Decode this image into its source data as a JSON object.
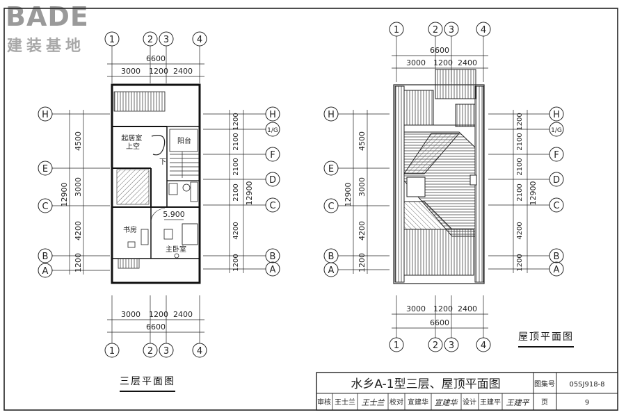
{
  "logo": {
    "brand": "BADE",
    "subtitle": "建装基地"
  },
  "left_plan": {
    "title": "三层平面图",
    "rooms": {
      "living_void": "起居室\n上空",
      "balcony": "阳台",
      "study": "书房",
      "master_bedroom": "主卧室",
      "stair_down": "下",
      "level": "5.900"
    }
  },
  "right_plan": {
    "title": "屋顶平面图"
  },
  "axes": {
    "cols": [
      "1",
      "2",
      "3",
      "4"
    ],
    "rows_left": [
      "H",
      "E",
      "C",
      "B",
      "A"
    ],
    "rows_right": [
      "H",
      "1/G",
      "F",
      "D",
      "C",
      "B",
      "A"
    ]
  },
  "dims": {
    "total_width": "6600",
    "bays": [
      "3000",
      "1200",
      "2400"
    ],
    "total_depth": "12900",
    "left_segments": [
      "4500",
      "3000",
      "4200",
      "1200"
    ],
    "right_segments": [
      "1200",
      "2100",
      "2100",
      "2100",
      "4200",
      "1200"
    ]
  },
  "title_block": {
    "drawing_title": "水乡A-1型三层、屋顶平面图",
    "atlas_label": "图集号",
    "atlas_no": "05SJ918-8",
    "reviewer_label": "审核",
    "reviewer": "王士兰",
    "reviewer_sign": "王士兰",
    "checker_label": "校对",
    "checker": "宣建华",
    "checker_sign": "宣建华",
    "designer_label": "设计",
    "designer": "王建平",
    "designer_sign": "王建平",
    "page_label": "页",
    "page_no": "9"
  }
}
